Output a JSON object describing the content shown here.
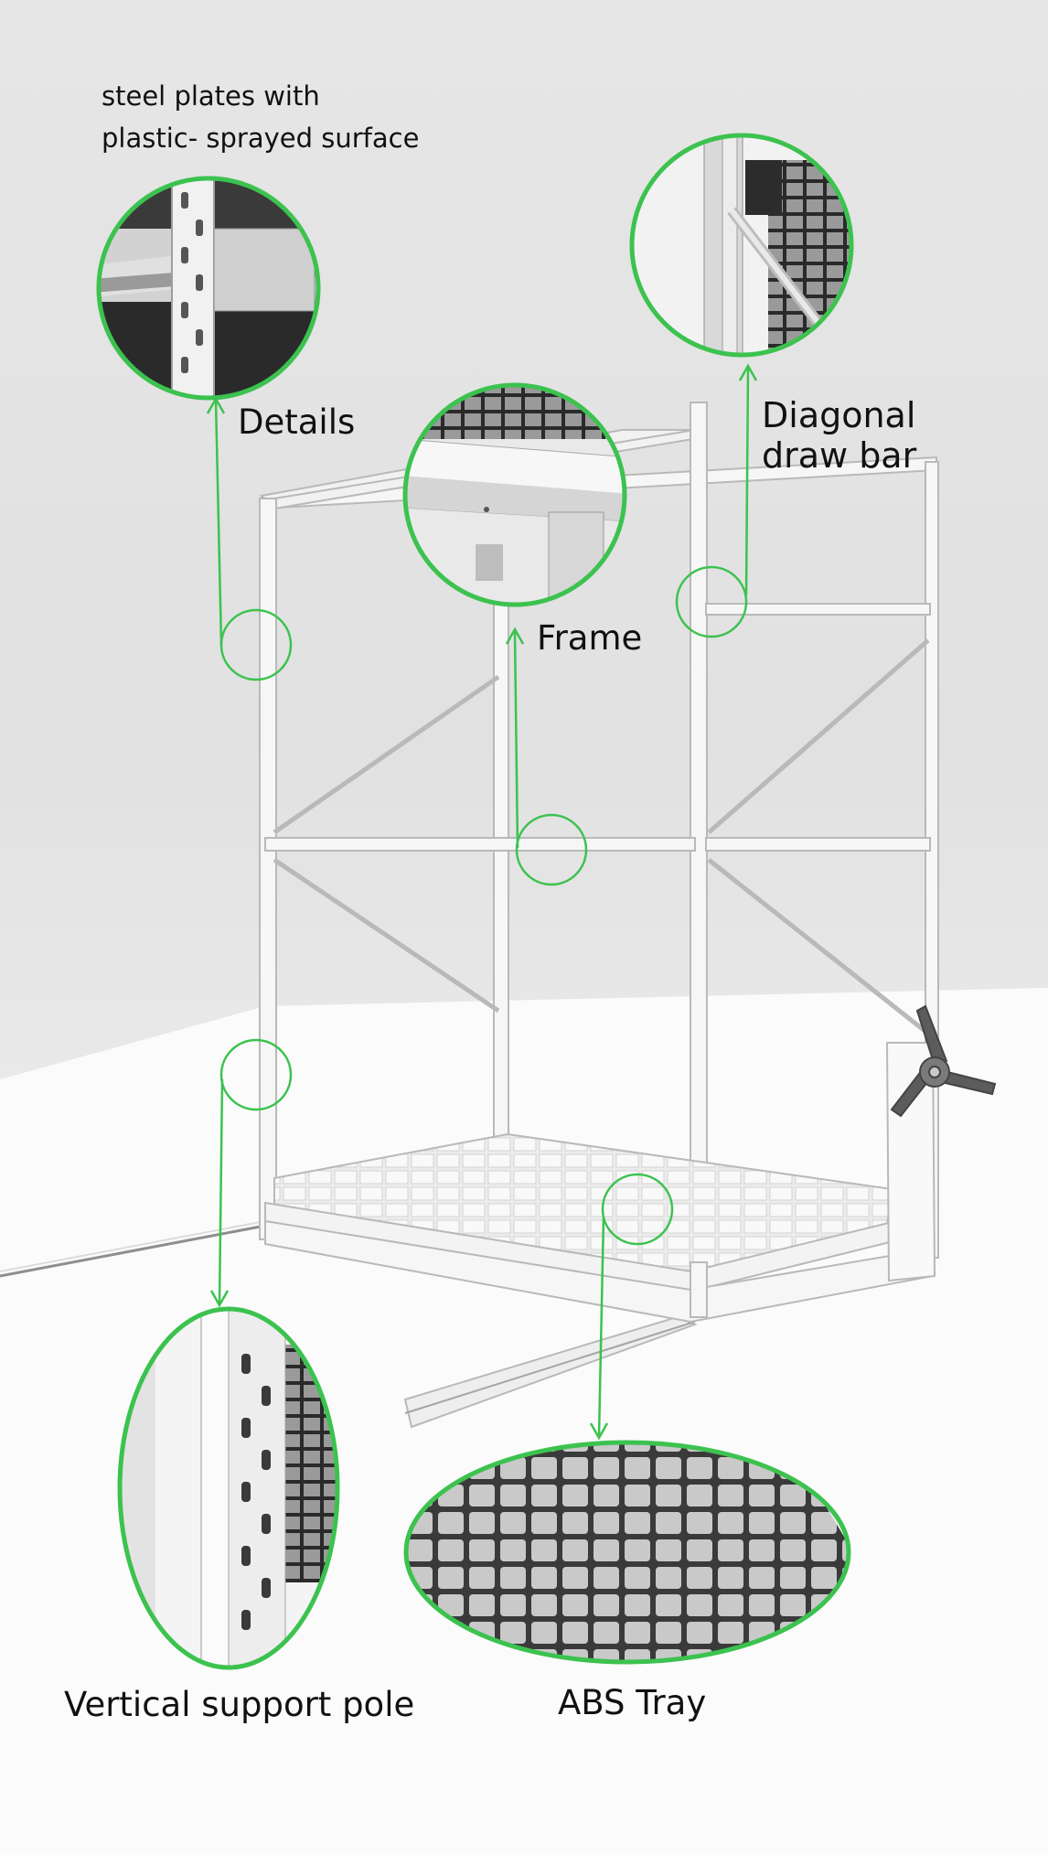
{
  "callouts": {
    "plates_line1": "steel plates with",
    "plates_line2": "plastic- sprayed surface",
    "details": "Details",
    "diagonal_line1": "Diagonal",
    "diagonal_line2": "draw bar",
    "frame": "Frame",
    "vertical_pole": "Vertical support pole",
    "abs_tray": "ABS Tray"
  },
  "colors": {
    "accent": "#3cc24f",
    "rack": "#f6f6f6",
    "rack_edge": "#b9b9b9",
    "background": "#e4e4e4"
  },
  "icons": [
    "handwheel-icon",
    "arrow-up-icon",
    "arrow-down-icon"
  ]
}
